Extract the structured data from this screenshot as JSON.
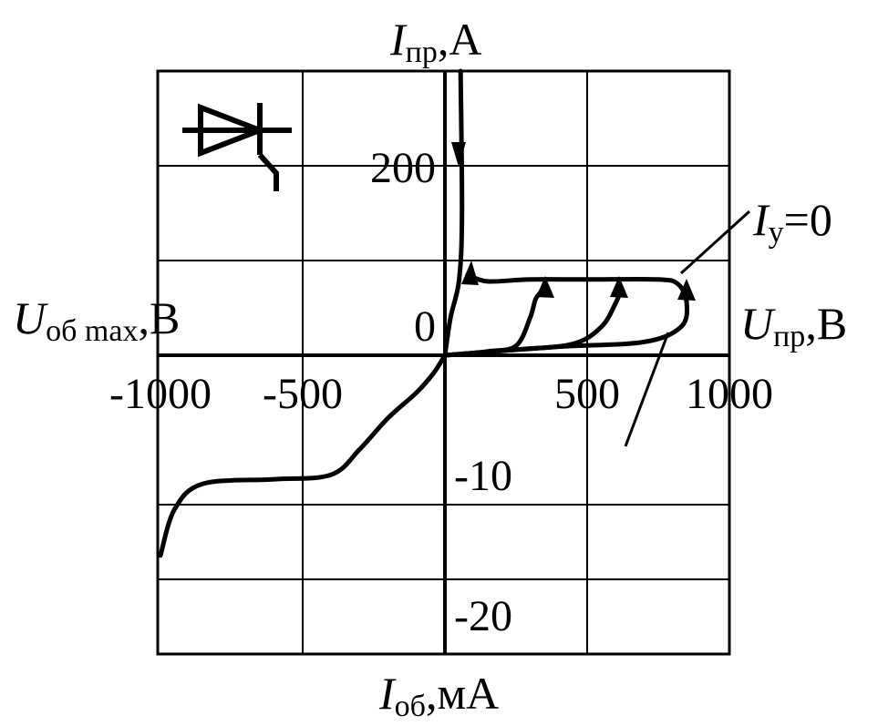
{
  "chart_data": {
    "type": "line",
    "title": "",
    "x_axis": {
      "pos_label_main": "U",
      "pos_label_sub": "пр",
      "pos_label_unit": ",В",
      "neg_label_main": "U",
      "neg_label_sub": "об max",
      "neg_label_unit": ",В",
      "range": [
        -1000,
        1000
      ],
      "ticks": [
        {
          "value": -1000,
          "label": "-1000"
        },
        {
          "value": -500,
          "label": "-500"
        },
        {
          "value": 500,
          "label": "500"
        },
        {
          "value": 1000,
          "label": "1000"
        }
      ]
    },
    "y_axis_forward": {
      "label_main": "I",
      "label_sub": "пр",
      "label_unit": ",А",
      "range": [
        0,
        300
      ],
      "ticks": [
        {
          "value": 0,
          "label": "0"
        },
        {
          "value": 200,
          "label": "200"
        }
      ]
    },
    "y_axis_reverse": {
      "label_main": "I",
      "label_sub": "об",
      "label_unit": ",мА",
      "range": [
        -20,
        0
      ],
      "ticks": [
        {
          "value": -10,
          "label": "-10"
        },
        {
          "value": -20,
          "label": "-20"
        }
      ]
    },
    "grid": true,
    "annotation": {
      "main": "I",
      "sub": "у",
      "rest": "=0"
    },
    "series": [
      {
        "label": "reverse branch",
        "points": [
          [
            -1000,
            -13.4
          ],
          [
            -950,
            -10.3
          ],
          [
            -850,
            -8.6
          ],
          [
            -600,
            -8.3
          ],
          [
            -400,
            -8.0
          ],
          [
            -300,
            -6.3
          ],
          [
            -200,
            -4.2
          ],
          [
            -100,
            -2.5
          ],
          [
            -40,
            -1.2
          ],
          [
            0,
            0
          ]
        ]
      },
      {
        "label": "on-state branch",
        "points": [
          [
            0,
            0
          ],
          [
            20,
            40
          ],
          [
            50,
            80
          ],
          [
            60,
            150
          ],
          [
            55,
            300
          ]
        ]
      },
      {
        "label": "forward blocking curve 1",
        "points": [
          [
            0,
            0
          ],
          [
            150,
            4
          ],
          [
            250,
            10
          ],
          [
            300,
            40
          ],
          [
            320,
            60
          ],
          [
            350,
            70
          ]
        ]
      },
      {
        "label": "forward blocking curve 2",
        "points": [
          [
            0,
            0
          ],
          [
            250,
            6
          ],
          [
            450,
            12
          ],
          [
            550,
            30
          ],
          [
            600,
            55
          ],
          [
            620,
            70
          ]
        ]
      },
      {
        "label": "forward blocking curve 3 (Iy=0)",
        "points": [
          [
            0,
            0
          ],
          [
            400,
            9
          ],
          [
            700,
            14
          ],
          [
            830,
            30
          ],
          [
            850,
            55
          ],
          [
            820,
            75
          ],
          [
            750,
            80
          ],
          [
            500,
            80
          ],
          [
            300,
            80
          ],
          [
            150,
            78
          ],
          [
            80,
            85
          ]
        ]
      }
    ]
  },
  "colors": {
    "line": "#000000",
    "background": "#ffffff"
  },
  "icons": [
    "thyristor-symbol-icon"
  ]
}
